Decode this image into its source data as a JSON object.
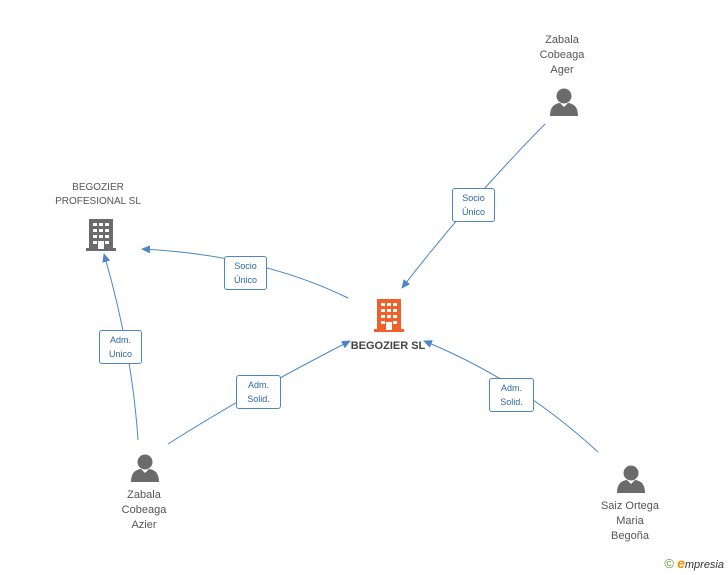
{
  "nodes": {
    "main": {
      "name": "BEGOZIER SL",
      "type": "company",
      "color": "#f0612a"
    },
    "profesional": {
      "name": "BEGOZIER\nPROFESIONAL SL",
      "type": "company",
      "color": "#6b6b6b"
    },
    "zabala_ager": {
      "name": "Zabala\nCobeaga\nAger",
      "type": "person",
      "color": "#6b6b6b"
    },
    "zabala_azier": {
      "name": "Zabala\nCobeaga\nAzier",
      "type": "person",
      "color": "#6b6b6b"
    },
    "saiz": {
      "name": "Saiz Ortega\nMaria\nBegoña",
      "type": "person",
      "color": "#6b6b6b"
    }
  },
  "edges": [
    {
      "id": "ager-main",
      "label": "Socio\nÚnico"
    },
    {
      "id": "main-prof",
      "label": "Socio\nÚnico"
    },
    {
      "id": "azier-prof",
      "label": "Adm.\nUnico"
    },
    {
      "id": "azier-main",
      "label": "Adm.\nSolid."
    },
    {
      "id": "saiz-main",
      "label": "Adm.\nSolid."
    }
  ],
  "edge_color": "#4a86c8",
  "brand": {
    "copyright": "©",
    "initial": "e",
    "name": "mpresia"
  }
}
